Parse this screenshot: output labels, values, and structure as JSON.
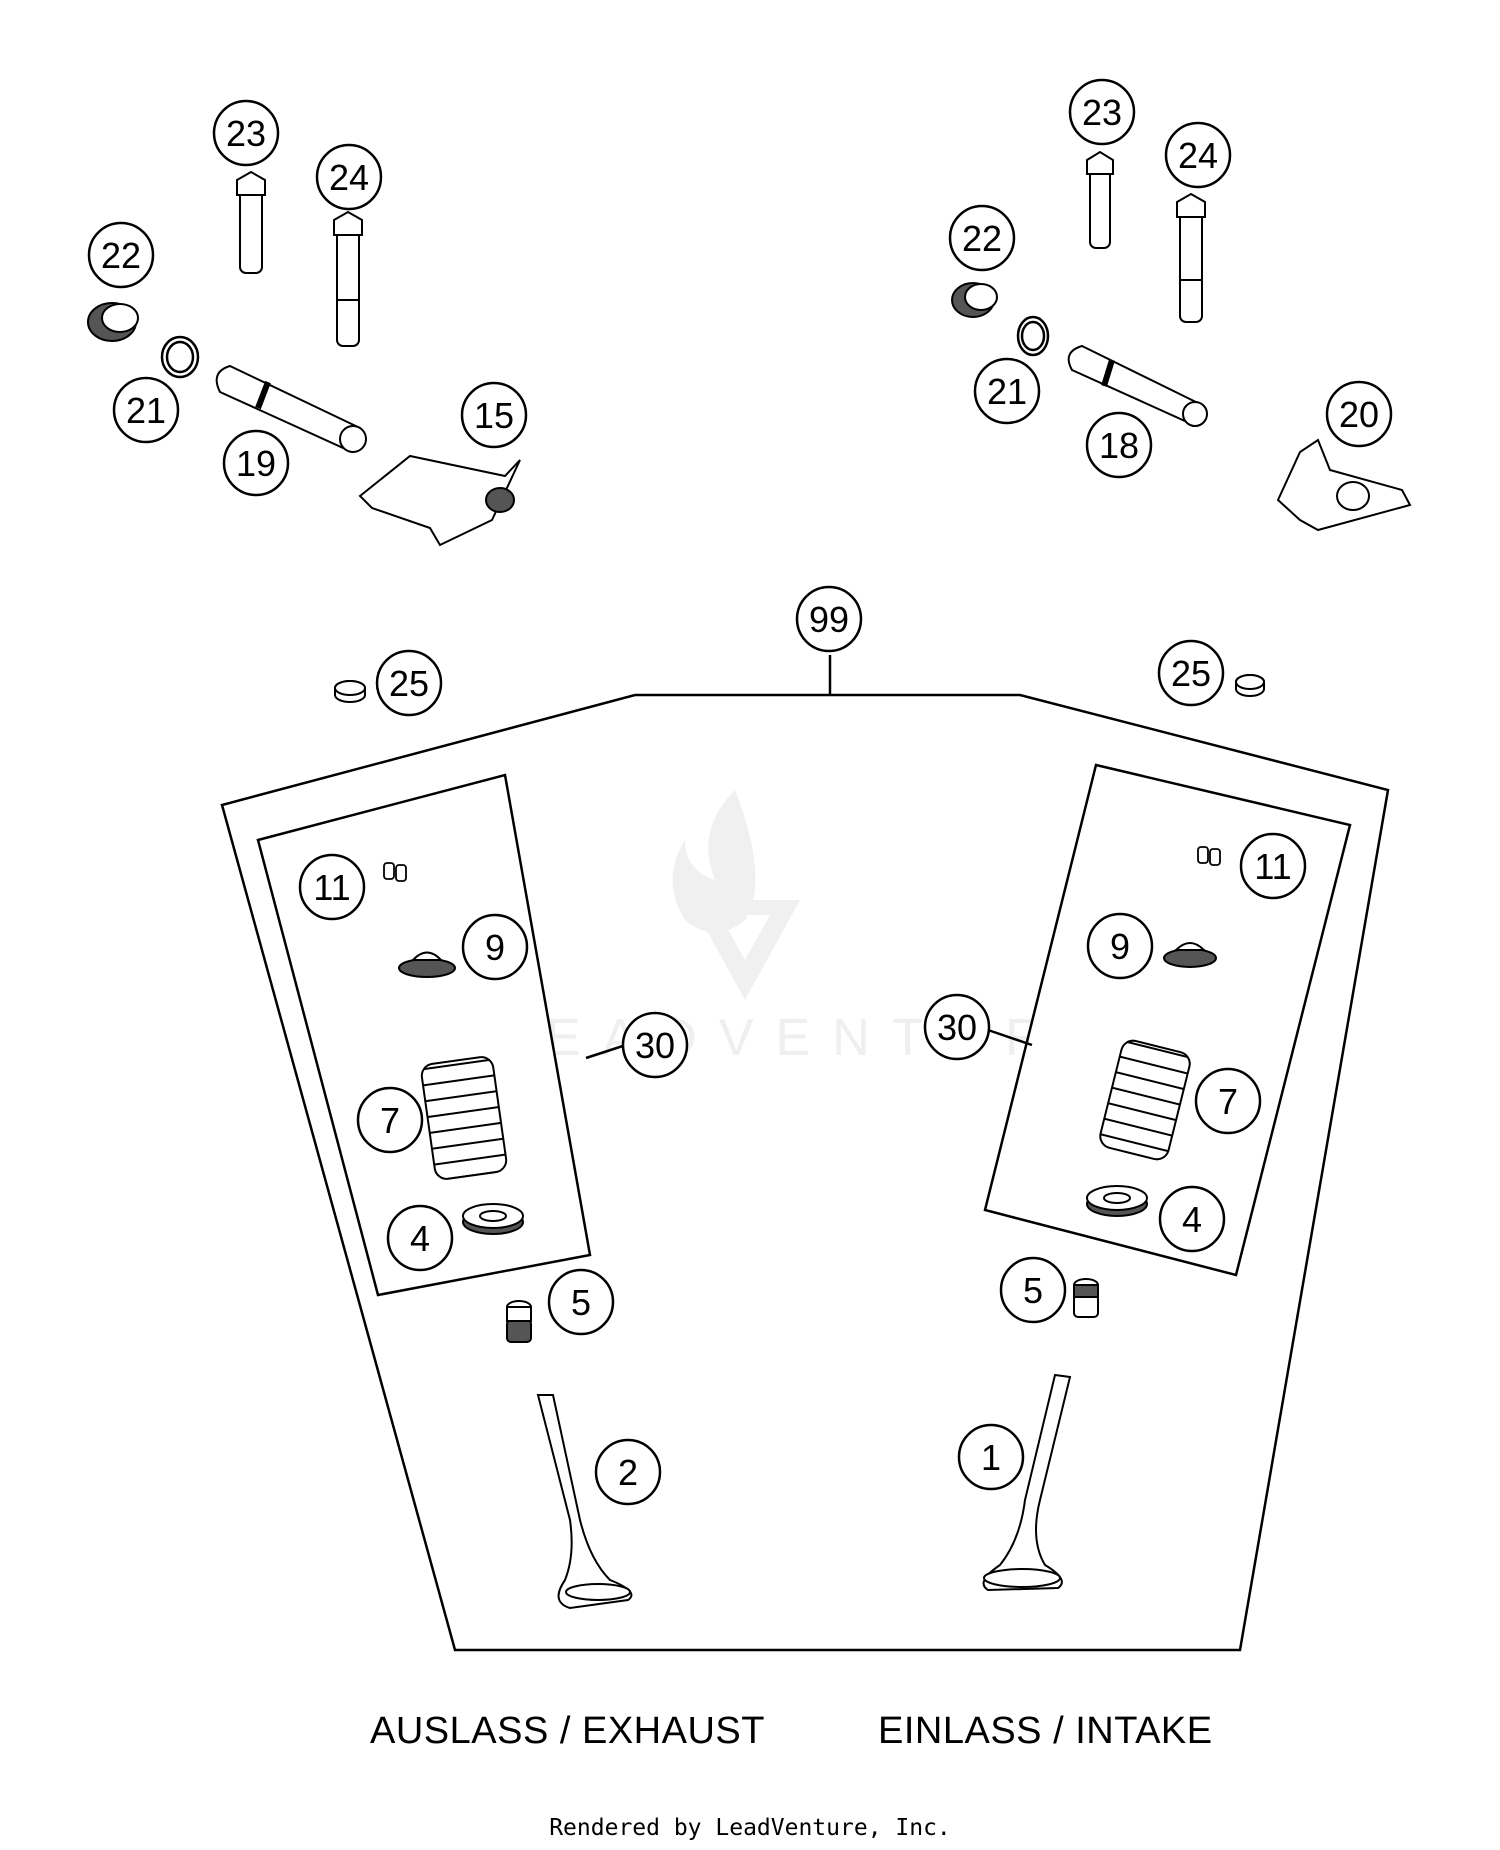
{
  "diagram": {
    "callouts": [
      "23",
      "24",
      "22",
      "21",
      "19",
      "15",
      "23",
      "24",
      "22",
      "21",
      "18",
      "20",
      "99",
      "25",
      "25",
      "11",
      "9",
      "30",
      "7",
      "4",
      "5",
      "2",
      "11",
      "9",
      "30",
      "7",
      "4",
      "5",
      "1"
    ],
    "labels": {
      "exhaust": "AUSLASS / EXHAUST",
      "intake": "EINLASS / INTAKE"
    },
    "watermark": "LEADVENTURE",
    "footer": "Rendered by LeadVenture, Inc."
  }
}
